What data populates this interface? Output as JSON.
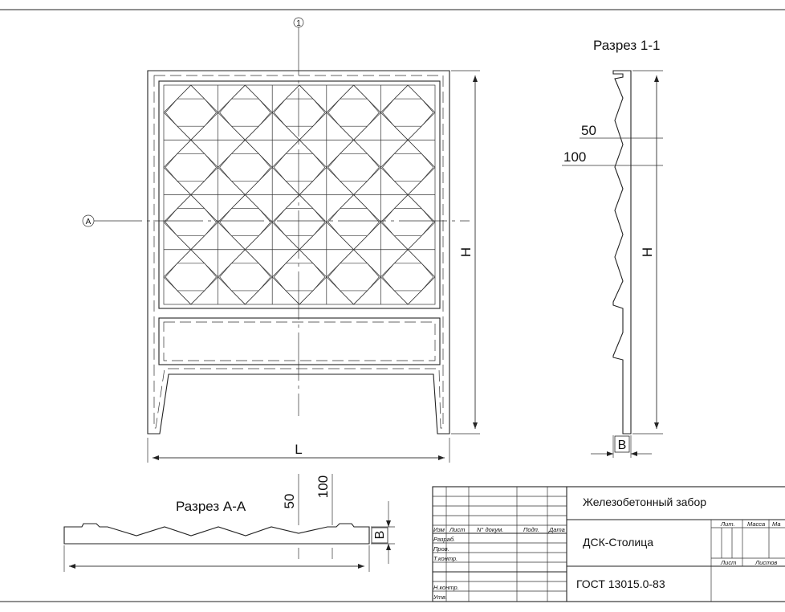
{
  "drawing": {
    "section_1_title": "Разрез 1-1",
    "section_a_title": "Разрез А-А",
    "section_1_mark": "1",
    "section_a_mark": "А",
    "dim_h": "H",
    "dim_l": "L",
    "dim_b": "B",
    "dim_50": "50",
    "dim_100": "100"
  },
  "title_block": {
    "name": "Железобетонный забор",
    "organization": "ДСК-Столица",
    "standard": "ГОСТ 13015.0-83",
    "col_izm": "Изм",
    "col_list": "Лист",
    "col_doc": "N° докум.",
    "col_sign": "Подп.",
    "col_date": "Дата",
    "row_razrab": "Разраб.",
    "row_prov": "Пров.",
    "row_tkontr": "Т.контр.",
    "row_nkontr": "Н.контр.",
    "row_utv": "Утв.",
    "lit": "Лит.",
    "massa": "Масса",
    "masshtab": "Ма",
    "list": "Лист",
    "listov": "Листов"
  }
}
